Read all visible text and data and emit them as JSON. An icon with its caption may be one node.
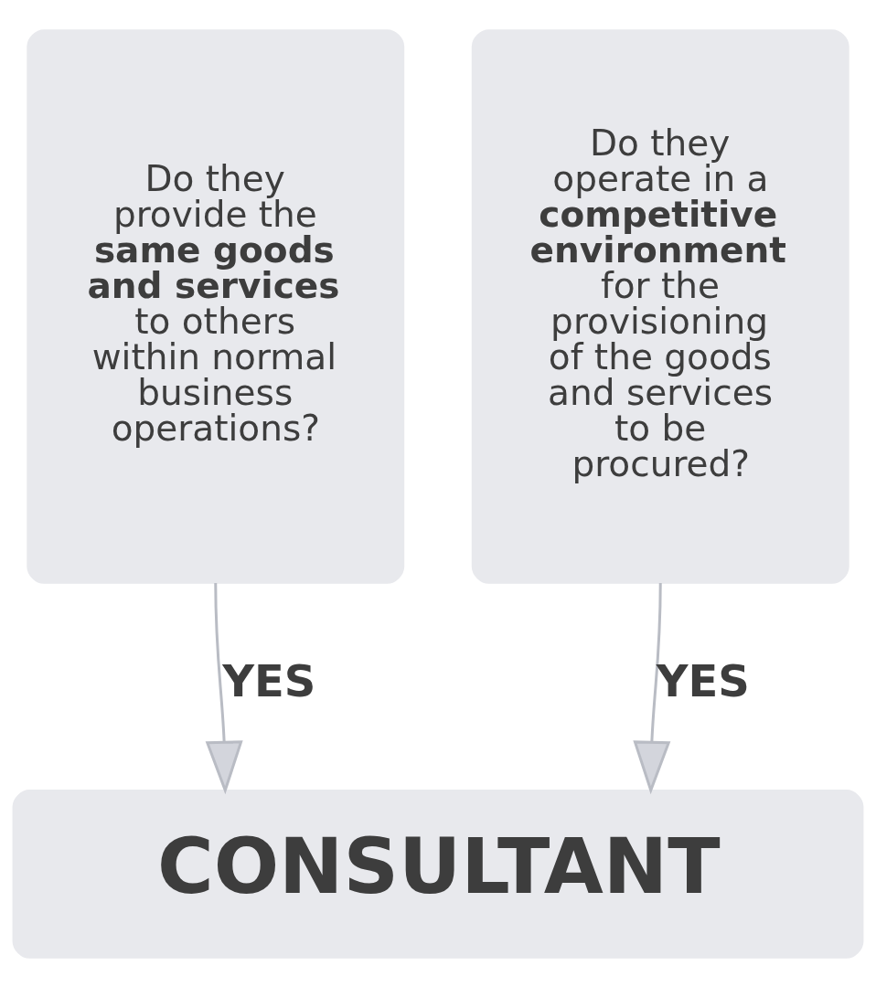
{
  "diagram": {
    "nodes": [
      {
        "text": [
          "Do they provide the **same goods and services** to others within normal business operations?"
        ]
      },
      {
        "text": [
          "Do they operate in a **competitive environment** for the provisioning of the goods and services to be procured?"
        ]
      },
      {
        "text": [
          "CONSULTANT"
        ]
      }
    ],
    "edges": [
      {
        "from": 0,
        "to": 2,
        "arrow": "to",
        "label": "YES"
      },
      {
        "from": 1,
        "to": 2,
        "arrow": "to",
        "label": "YES"
      }
    ]
  }
}
